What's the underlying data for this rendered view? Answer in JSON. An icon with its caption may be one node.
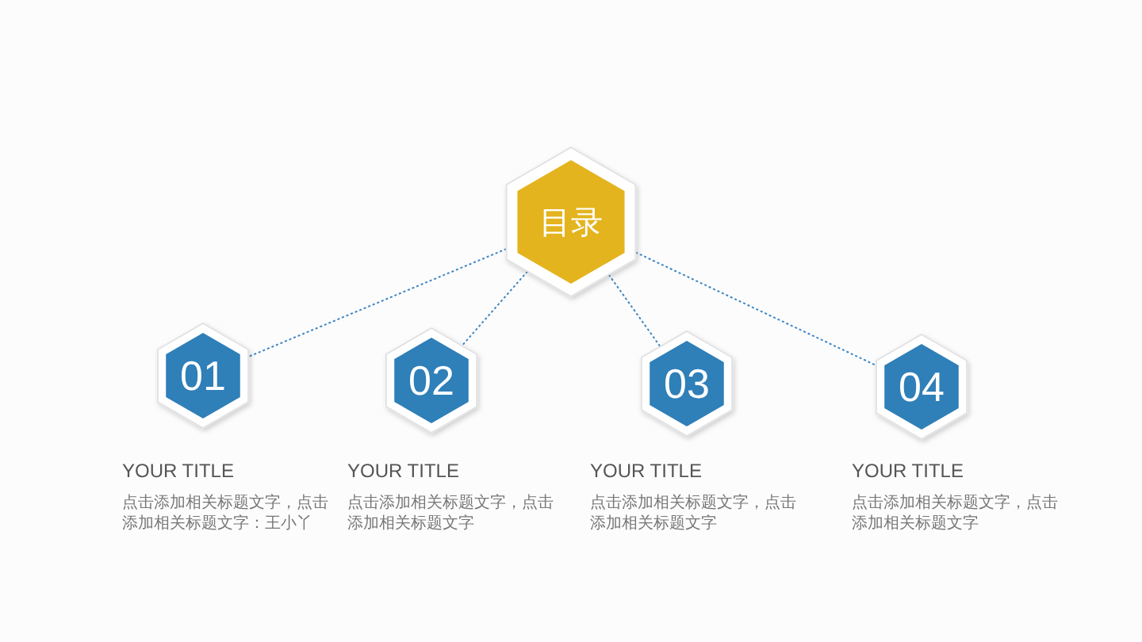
{
  "diagram": {
    "nodes": [
      {
        "text": [
          "目录"
        ]
      },
      {
        "text": [
          "01"
        ],
        "beside": [
          "YOUR TITLE",
          "点击添加相关标题文字，点击添加相关标题文字：王小丫"
        ]
      },
      {
        "text": [
          "02"
        ],
        "beside": [
          "YOUR TITLE",
          "点击添加相关标题文字，点击添加相关标题文字"
        ]
      },
      {
        "text": [
          "03"
        ],
        "beside": [
          "YOUR TITLE",
          "点击添加相关标题文字，点击添加相关标题文字"
        ]
      },
      {
        "text": [
          "04"
        ],
        "beside": [
          "YOUR TITLE",
          "点击添加相关标题文字，点击添加相关标题文字"
        ]
      }
    ],
    "edges": [
      {
        "from": 0,
        "to": 1,
        "arrow": "none",
        "style": "dashed"
      },
      {
        "from": 0,
        "to": 2,
        "arrow": "none",
        "style": "dashed"
      },
      {
        "from": 0,
        "to": 3,
        "arrow": "none",
        "style": "dashed"
      },
      {
        "from": 0,
        "to": 4,
        "arrow": "none",
        "style": "dashed"
      }
    ]
  }
}
